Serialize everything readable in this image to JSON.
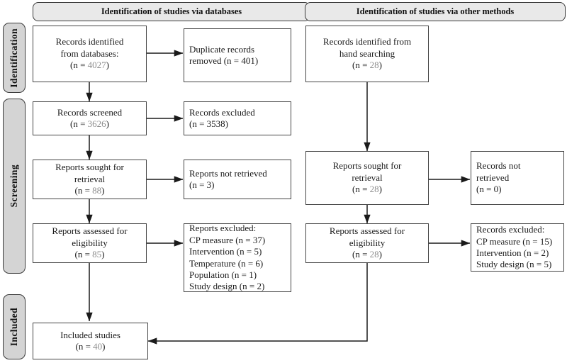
{
  "diagram": {
    "type": "prisma-flow-diagram",
    "accent_gray": "#8c8c8c",
    "band_fill": "#d4d4d4",
    "header_fill": "#e9e9e9",
    "border_color": "#444444"
  },
  "stages": [
    {
      "label": "Identification"
    },
    {
      "label": "Screening"
    },
    {
      "label": "Included"
    }
  ],
  "columns": [
    {
      "title": "Identification of studies via databases"
    },
    {
      "title": "Identification of studies via other methods"
    }
  ],
  "nodes": {
    "db_identified": {
      "lines": [
        "Records identified",
        "from databases:"
      ],
      "count_prefix": "(n = ",
      "count": "4027",
      "count_suffix": ")"
    },
    "duplicates_removed": {
      "lines": [
        "Duplicate records",
        "removed (n = 401)"
      ]
    },
    "records_screened": {
      "lines": [
        "Records screened"
      ],
      "count_prefix": "(n = ",
      "count": "3626",
      "count_suffix": ")"
    },
    "records_excluded": {
      "lines": [
        "Records excluded",
        "(n = 3538)"
      ]
    },
    "reports_sought": {
      "lines": [
        "Reports sought for",
        "retrieval"
      ],
      "count_prefix": "(n = ",
      "count": "88",
      "count_suffix": ")"
    },
    "reports_not_retrieved": {
      "lines": [
        "Reports not retrieved",
        "(n = 3)"
      ]
    },
    "reports_assessed": {
      "lines": [
        "Reports assessed for",
        "eligibility"
      ],
      "count_prefix": "(n = ",
      "count": "85",
      "count_suffix": ")"
    },
    "reports_excluded": {
      "heading": "Reports excluded:",
      "reasons": [
        "CP measure (n = 37)",
        "Intervention (n = 5)",
        "Temperature (n = 6)",
        "Population (n = 1)",
        "Study design (n = 2)"
      ]
    },
    "hand_identified": {
      "lines": [
        "Records identified from",
        "hand searching"
      ],
      "count_prefix": "(n = ",
      "count": "28",
      "count_suffix": ")"
    },
    "hand_reports_sought": {
      "lines": [
        "Reports sought for",
        "retrieval"
      ],
      "count_prefix": "(n = ",
      "count": "28",
      "count_suffix": ")"
    },
    "hand_not_retrieved": {
      "lines": [
        "Records not",
        "retrieved",
        "(n = 0)"
      ]
    },
    "hand_reports_assessed": {
      "lines": [
        "Reports assessed for",
        "eligibility"
      ],
      "count_prefix": "(n = ",
      "count": "28",
      "count_suffix": ")"
    },
    "hand_records_excluded": {
      "heading": "Records excluded:",
      "reasons": [
        "CP measure (n = 15)",
        "Intervention (n = 2)",
        "Study design (n = 5)"
      ]
    },
    "included_studies": {
      "lines": [
        "Included studies"
      ],
      "count_prefix": "(n = ",
      "count": "40",
      "count_suffix": ")"
    }
  }
}
